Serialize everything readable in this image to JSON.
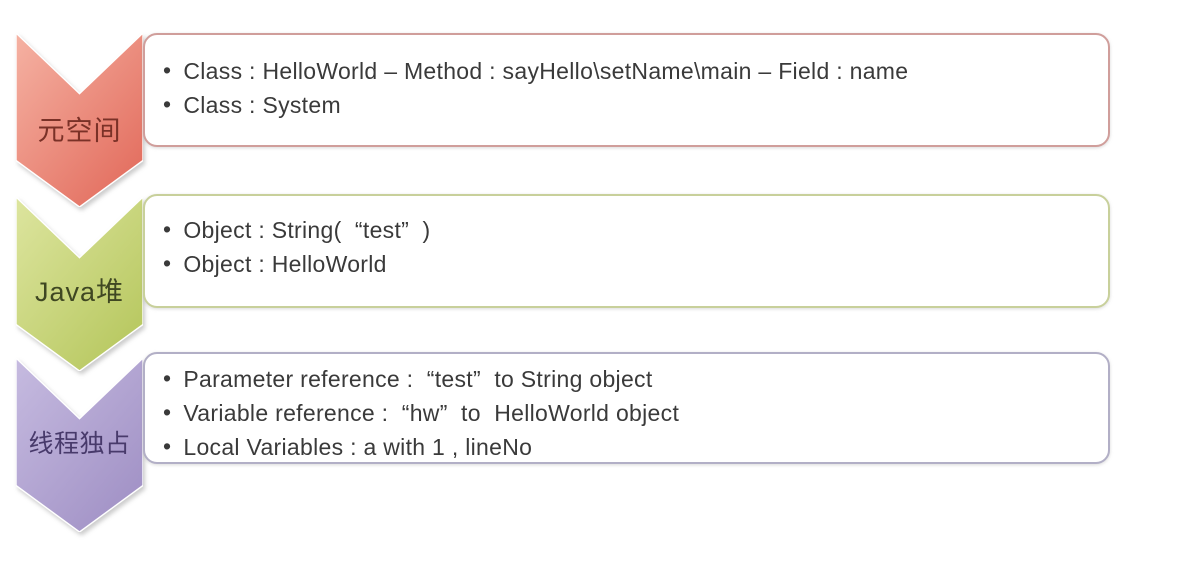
{
  "diagram": {
    "background": "#ffffff",
    "text_color": "#3a3a3a",
    "rows": [
      {
        "arrow_label": "元空间",
        "colors": {
          "arrow_light": "#f5b2a3",
          "arrow_dark": "#e26a5b",
          "label": "#7a3127",
          "box_border": "#d09e9b"
        },
        "items": [
          "Class : HelloWorld – Method : sayHello\\setName\\main – Field : name",
          "Class : System"
        ]
      },
      {
        "arrow_label": "Java堆",
        "colors": {
          "arrow_light": "#dde59f",
          "arrow_dark": "#b5c65c",
          "label": "#3f4722",
          "box_border": "#c8d09b"
        },
        "items": [
          "Object : String(  “test”  )",
          "Object : HelloWorld"
        ]
      },
      {
        "arrow_label": "线程独占",
        "colors": {
          "arrow_light": "#c6bbe0",
          "arrow_dark": "#9f8fc4",
          "label": "#483a6b",
          "box_border": "#b2afc6"
        },
        "items": [
          "Parameter reference :  “test”  to String object",
          "Variable reference :  “hw”  to  HelloWorld object",
          "Local Variables : a with 1 , lineNo"
        ]
      }
    ]
  }
}
